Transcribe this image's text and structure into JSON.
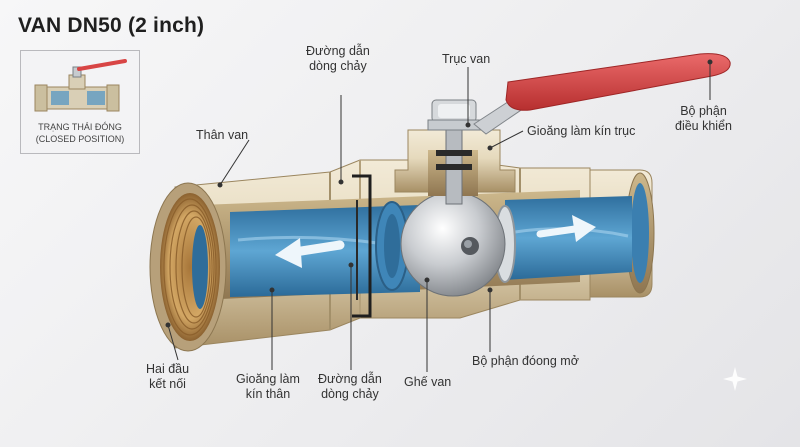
{
  "title": "VAN DN50 (2 inch)",
  "inset": {
    "caption_line1": "TRẠNG THÁI ĐÓNG",
    "caption_line2": "(CLOSED POSITION)"
  },
  "labels": {
    "than_van": "Thân van",
    "duong_dan_top_1": "Đường dẫn",
    "duong_dan_top_2": "dòng chảy",
    "truc_van": "Trục van",
    "bo_phan_dieu_khien_1": "Bộ phận",
    "bo_phan_dieu_khien_2": "điều khiển",
    "gioang_truc": "Gioăng làm kín trục",
    "hai_dau_1": "Hai đầu",
    "hai_dau_2": "kết nối",
    "gioang_than_1": "Gioăng làm",
    "gioang_than_2": "kín thân",
    "duong_dan_bottom_1": "Đường dẫn",
    "duong_dan_bottom_2": "dòng chảy",
    "ghe_van": "Ghế van",
    "bo_phan_dong_mo": "Bộ phận đóong mở"
  },
  "colors": {
    "brass_light": "#e8ddc4",
    "brass_dark": "#b59f74",
    "copper_thread": "#c99a55",
    "water": "#4d93c4",
    "handle": "#d84545",
    "steel": "#cfd2d6",
    "leader": "#333333"
  },
  "icons": [
    "valve-thumbnail-icon",
    "flow-arrow-icon",
    "sparkle-watermark-icon"
  ]
}
